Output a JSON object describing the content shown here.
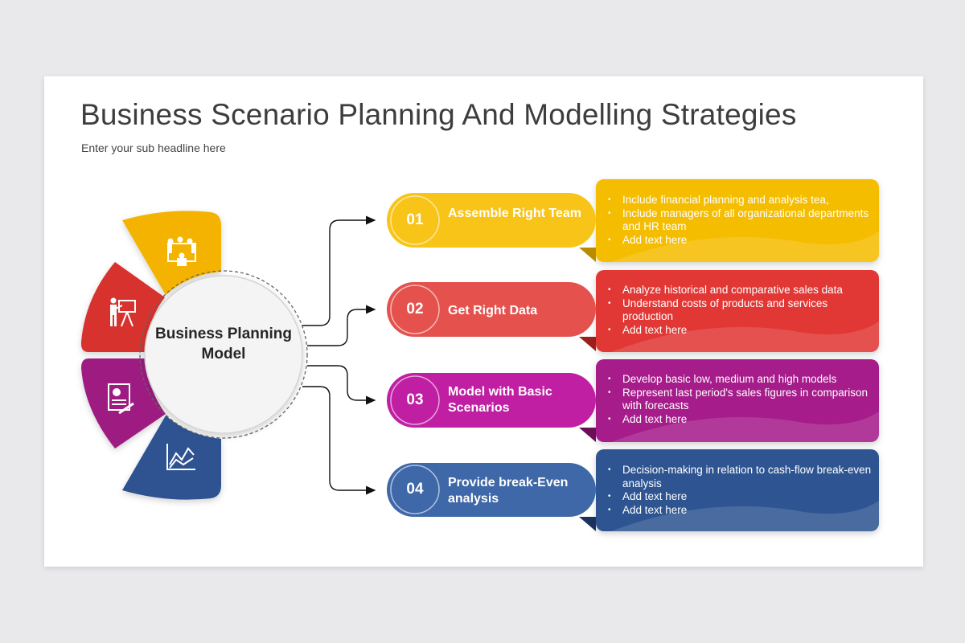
{
  "title": "Business Scenario Planning And Modelling Strategies",
  "subtitle": "Enter your sub headline here",
  "center_label": "Business Planning Model",
  "colors": {
    "yellow": "#f5b800",
    "red": "#e23a35",
    "magenta": "#a81a8a",
    "blue": "#2e5592"
  },
  "segment_icons": [
    "meeting-icon",
    "presentation-icon",
    "resume-icon",
    "chart-trend-icon"
  ],
  "steps": [
    {
      "number": "01",
      "title": "Assemble Right Team",
      "bullets": [
        "Include financial planning and analysis tea,",
        "Include managers of all organizational departments and HR team",
        "Add text here"
      ]
    },
    {
      "number": "02",
      "title": "Get Right Data",
      "bullets": [
        "Analyze historical and comparative sales data",
        "Understand costs of products and services production",
        "Add text here"
      ]
    },
    {
      "number": "03",
      "title": "Model with Basic Scenarios",
      "bullets": [
        "Develop basic low, medium and high models",
        "Represent last period's sales figures in comparison with forecasts",
        "Add text here"
      ]
    },
    {
      "number": "04",
      "title": "Provide break-Even analysis",
      "bullets": [
        "Decision-making in relation to cash-flow break-even analysis",
        "Add text here",
        "Add text here"
      ]
    }
  ]
}
